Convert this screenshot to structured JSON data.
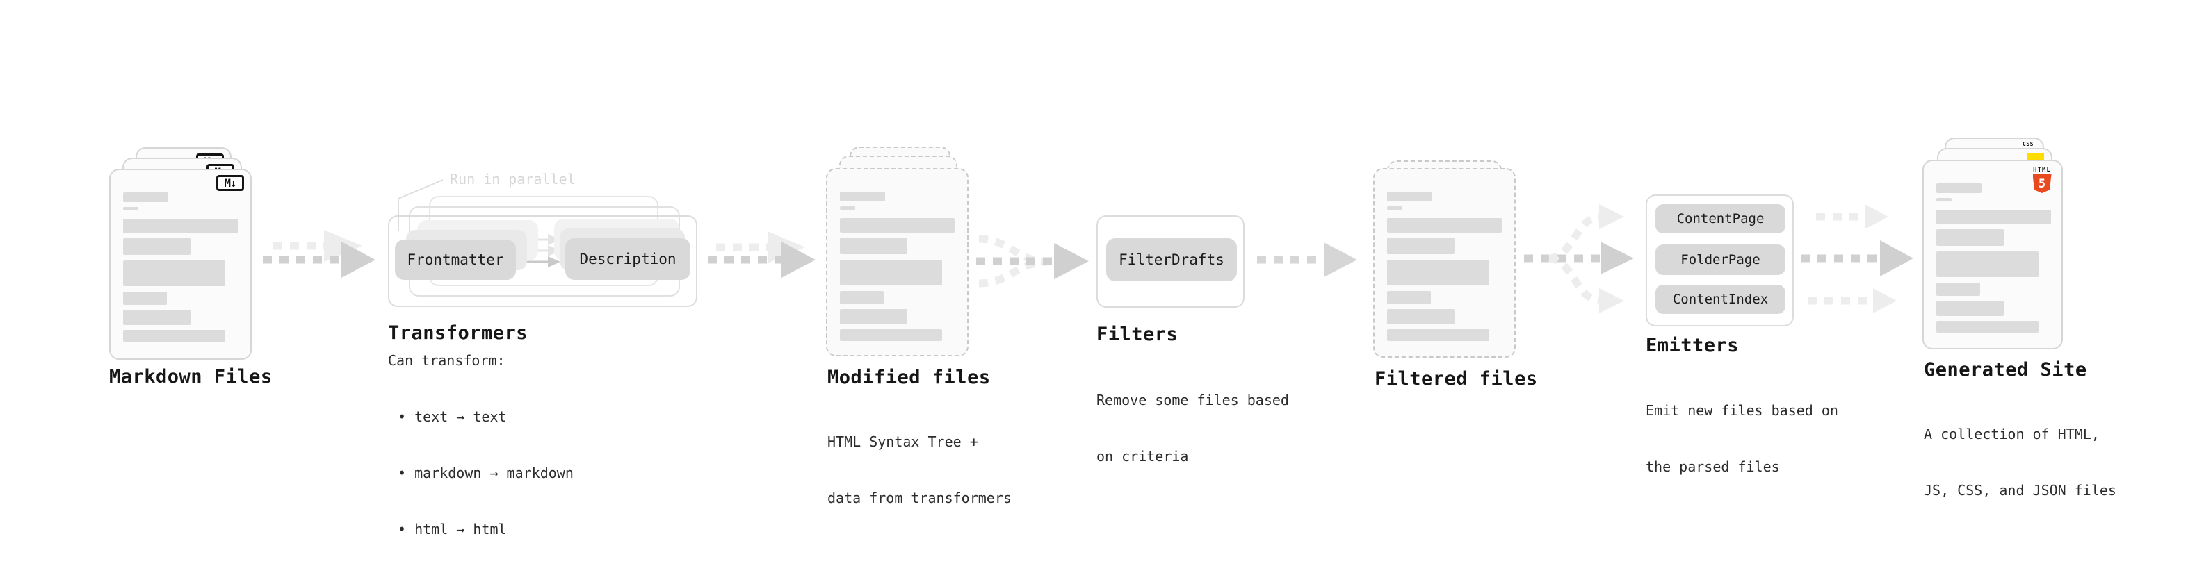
{
  "diagram": {
    "stages": {
      "markdown_files": {
        "title": "Markdown Files"
      },
      "transformers": {
        "title": "Transformers",
        "annotation": "Run in parallel",
        "pill_left": "Frontmatter",
        "pill_right": "Description",
        "heading": "Can transform:",
        "bullets": [
          "• text → text",
          "• markdown → markdown",
          "• html → html"
        ]
      },
      "modified_files": {
        "title": "Modified files",
        "subtitle_lines": [
          "HTML Syntax Tree +",
          "data from transformers"
        ]
      },
      "filters": {
        "title": "Filters",
        "pill": "FilterDrafts",
        "subtitle_lines": [
          "Remove some files based",
          "on criteria"
        ]
      },
      "filtered_files": {
        "title": "Filtered files"
      },
      "emitters": {
        "title": "Emitters",
        "pills": [
          "ContentPage",
          "FolderPage",
          "ContentIndex"
        ],
        "subtitle_lines": [
          "Emit new files based on",
          "the parsed files"
        ]
      },
      "generated_site": {
        "title": "Generated Site",
        "subtitle_lines": [
          "A collection of HTML,",
          "JS, CSS, and JSON files"
        ]
      }
    },
    "icons": {
      "markdown_badge": "M↓",
      "html5_word": "HTML",
      "html5_number": "5",
      "css_word": "CSS"
    },
    "colors": {
      "html5_orange": "#e8491f",
      "js_yellow": "#ffdc00",
      "css_blue": "#2767f4",
      "pill_gray": "#d9d9d9",
      "arrow_gray": "#d0d0d0",
      "arrow_light": "#ededed"
    }
  }
}
